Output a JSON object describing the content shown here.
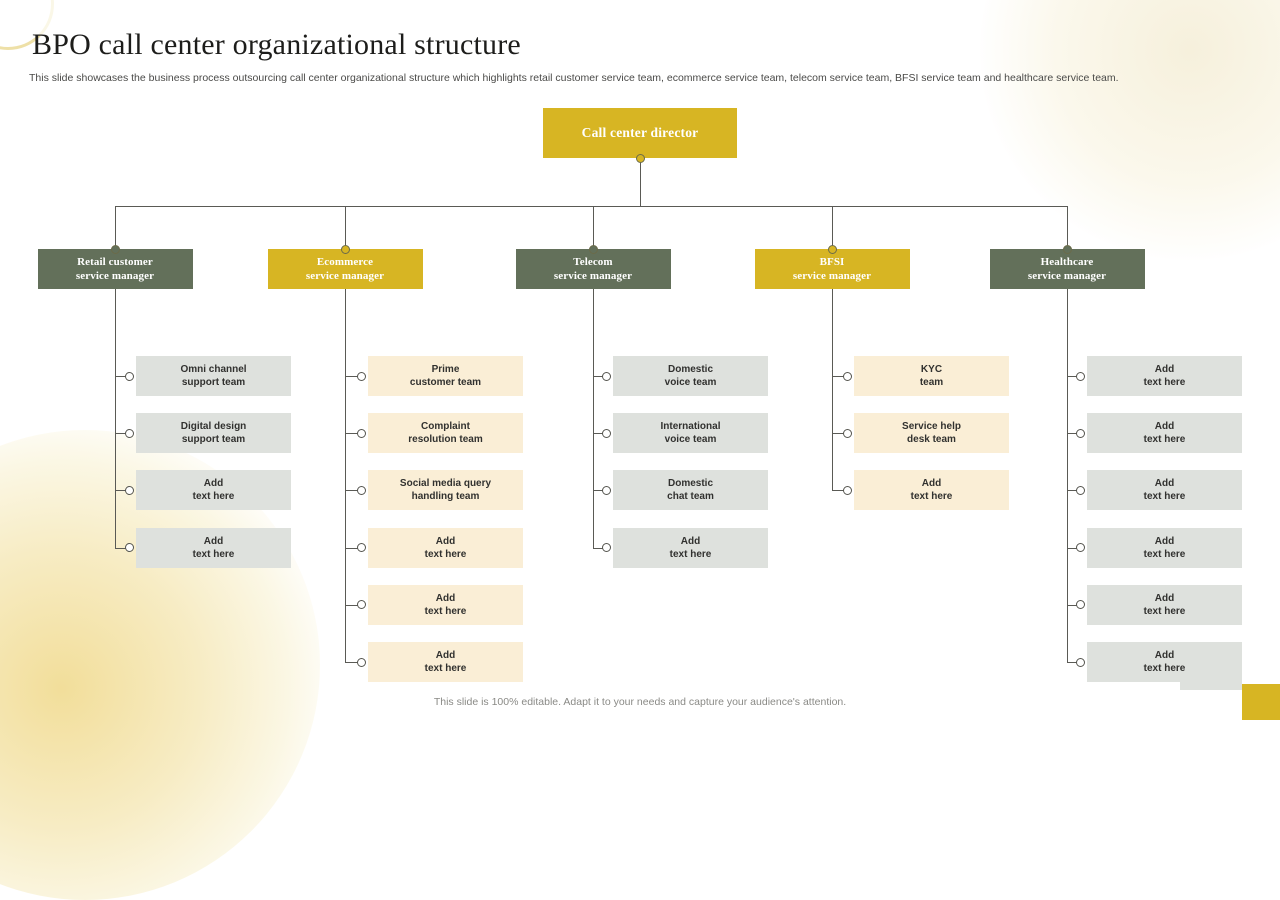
{
  "header": {
    "title": "BPO call center organizational structure",
    "subtitle": "This slide showcases the business process outsourcing call center organizational structure which highlights retail customer service team, ecommerce service team, telecom service team, BFSI service team and healthcare service team."
  },
  "footer": {
    "note": "This slide is 100% editable. Adapt it to your needs and capture your audience's attention."
  },
  "colors": {
    "gold": "#d7b523",
    "olive": "#63705a",
    "leaf_gray": "#dee1dd",
    "leaf_cream": "#faeed6",
    "connector": "#5a5a55",
    "title_text": "#1d1d1b",
    "body_text": "#4a4a48",
    "footer_text": "#8a8a86"
  },
  "chart_data": {
    "type": "org-chart",
    "title": "BPO call center organizational structure",
    "root": {
      "label": "Call center director",
      "color": "gold"
    },
    "branches": [
      {
        "label": "Retail customer\nservice manager",
        "label_line1": "Retail customer",
        "label_line2": "service manager",
        "color": "green",
        "leaf_color": "gray",
        "children": [
          {
            "line1": "Omni channel",
            "line2": "support team"
          },
          {
            "line1": "Digital design",
            "line2": "support team"
          },
          {
            "line1": "Add",
            "line2": "text here"
          },
          {
            "line1": "Add",
            "line2": "text here"
          }
        ]
      },
      {
        "label": "Ecommerce\nservice manager",
        "label_line1": "Ecommerce",
        "label_line2": "service manager",
        "color": "gold",
        "leaf_color": "cream",
        "children": [
          {
            "line1": "Prime",
            "line2": "customer team"
          },
          {
            "line1": "Complaint",
            "line2": "resolution team"
          },
          {
            "line1": "Social media query",
            "line2": "handling team"
          },
          {
            "line1": "Add",
            "line2": "text here"
          },
          {
            "line1": "Add",
            "line2": "text here"
          },
          {
            "line1": "Add",
            "line2": "text here"
          }
        ]
      },
      {
        "label": "Telecom\nservice manager",
        "label_line1": "Telecom",
        "label_line2": "service manager",
        "color": "green",
        "leaf_color": "gray",
        "children": [
          {
            "line1": "Domestic",
            "line2": "voice team"
          },
          {
            "line1": "International",
            "line2": "voice team"
          },
          {
            "line1": "Domestic",
            "line2": "chat team"
          },
          {
            "line1": "Add",
            "line2": "text here"
          }
        ]
      },
      {
        "label": "BFSI\nservice manager",
        "label_line1": "BFSI",
        "label_line2": "service manager",
        "color": "gold",
        "leaf_color": "cream",
        "children": [
          {
            "line1": "KYC",
            "line2": "team"
          },
          {
            "line1": "Service help",
            "line2": "desk team"
          },
          {
            "line1": "Add",
            "line2": "text here"
          }
        ]
      },
      {
        "label": "Healthcare\nservice manager",
        "label_line1": "Healthcare",
        "label_line2": "service manager",
        "color": "green",
        "leaf_color": "gray",
        "children": [
          {
            "line1": "Add",
            "line2": "text here"
          },
          {
            "line1": "Add",
            "line2": "text here"
          },
          {
            "line1": "Add",
            "line2": "text here"
          },
          {
            "line1": "Add",
            "line2": "text here"
          },
          {
            "line1": "Add",
            "line2": "text here"
          },
          {
            "line1": "Add",
            "line2": "text here"
          }
        ]
      }
    ]
  }
}
